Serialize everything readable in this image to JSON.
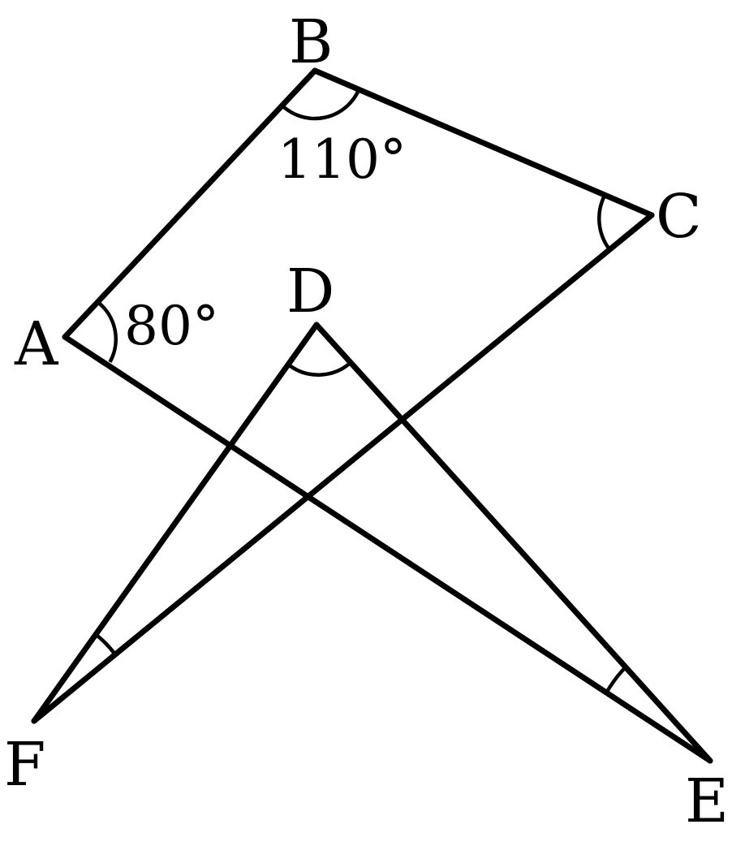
{
  "points": [
    {
      "id": "A",
      "label": "A"
    },
    {
      "id": "B",
      "label": "B"
    },
    {
      "id": "C",
      "label": "C"
    },
    {
      "id": "D",
      "label": "D"
    },
    {
      "id": "E",
      "label": "E"
    },
    {
      "id": "F",
      "label": "F"
    }
  ],
  "segments": [
    {
      "id": "AB",
      "from": "A",
      "to": "B"
    },
    {
      "id": "BC",
      "from": "B",
      "to": "C"
    },
    {
      "id": "CF",
      "from": "C",
      "to": "F"
    },
    {
      "id": "AE",
      "from": "A",
      "to": "E"
    },
    {
      "id": "DF",
      "from": "D",
      "to": "F"
    },
    {
      "id": "DE",
      "from": "D",
      "to": "E"
    }
  ],
  "angles": [
    {
      "id": "angle-a",
      "vertex": "A",
      "text": "80°"
    },
    {
      "id": "angle-b",
      "vertex": "B",
      "text": "110°"
    },
    {
      "id": "angle-c",
      "vertex": "C",
      "text": ""
    },
    {
      "id": "angle-d",
      "vertex": "D",
      "text": ""
    },
    {
      "id": "angle-e",
      "vertex": "E",
      "text": ""
    },
    {
      "id": "angle-f",
      "vertex": "F",
      "text": ""
    }
  ]
}
